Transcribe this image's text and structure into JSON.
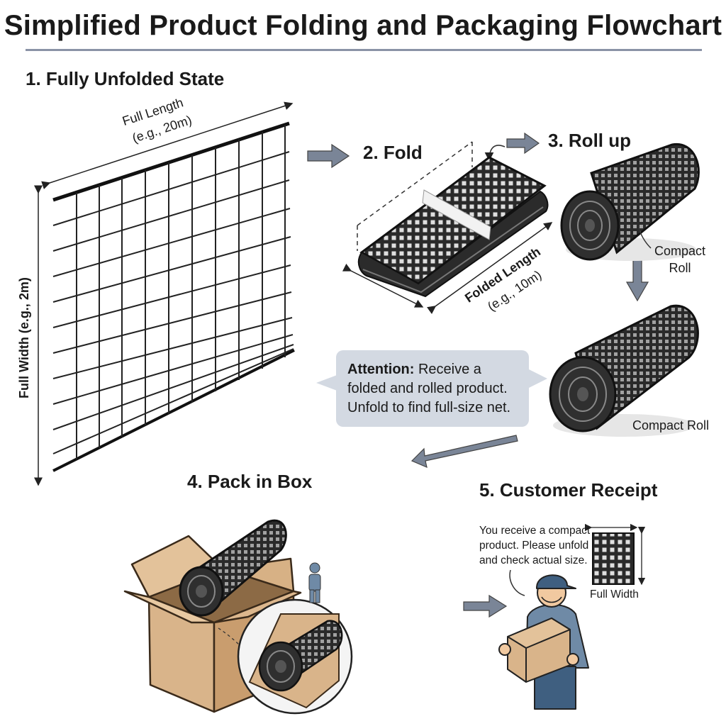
{
  "title": "Simplified Product Folding and Packaging Flowchart",
  "steps": {
    "s1": "1. Fully Unfolded State",
    "s2": "2. Fold",
    "s3": "3. Roll up",
    "s4": "4. Pack in Box",
    "s5": "5. Customer Receipt"
  },
  "labels": {
    "full_length": "Full Length",
    "full_length_eg": "(e.g., 20m)",
    "full_width": "Full Width (e.g., 2m)",
    "folded_length": "Folded Length",
    "folded_length_eg": "(e.g., 10m)",
    "compact_roll_1a": "Compact",
    "compact_roll_1b": "Roll",
    "compact_roll_2": "Compact Roll",
    "receipt_full_width": "Full Width"
  },
  "attention": {
    "heading": "Attention:",
    "line1": " Receive a",
    "line2": "folded and rolled product.",
    "line3": "Unfold to find full-size net."
  },
  "receipt": {
    "line1": "You receive a compact",
    "line2": "product. Please unfold",
    "line3": "and check actual size."
  },
  "colors": {
    "arrow": "#7a8597",
    "note_bg": "#d3d9e2",
    "box": "#d9b48a",
    "net": "#1b1b1b",
    "cap": "#3f5f80",
    "shirt": "#6f8aa6"
  }
}
